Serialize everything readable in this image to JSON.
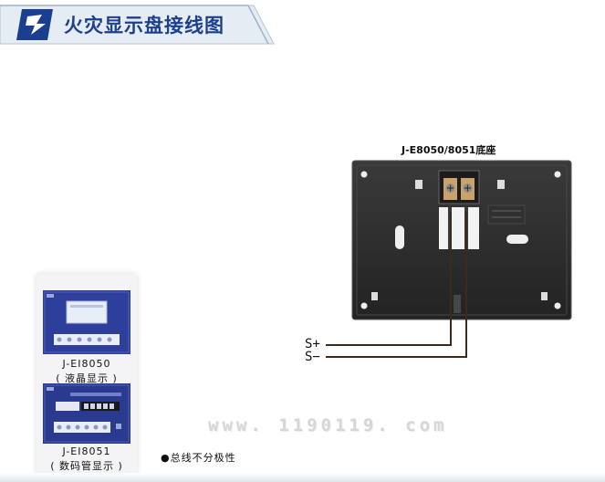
{
  "header": {
    "title": "火灾显示盘接线图"
  },
  "base": {
    "caption": "J-E8050/8051底座"
  },
  "wires": {
    "positive": "S+",
    "negative": "S−"
  },
  "products": [
    {
      "name": "J-EI8050",
      "desc": "( 液晶显示 )"
    },
    {
      "name": "J-EI8051",
      "desc": "( 数码管显示 )"
    }
  ],
  "watermark": "www. 1190119. com",
  "note": "●总线不分极性",
  "colors": {
    "brand": "#1b3f8f",
    "base": "#2b2b2b",
    "panel": "#2d3f9a"
  }
}
